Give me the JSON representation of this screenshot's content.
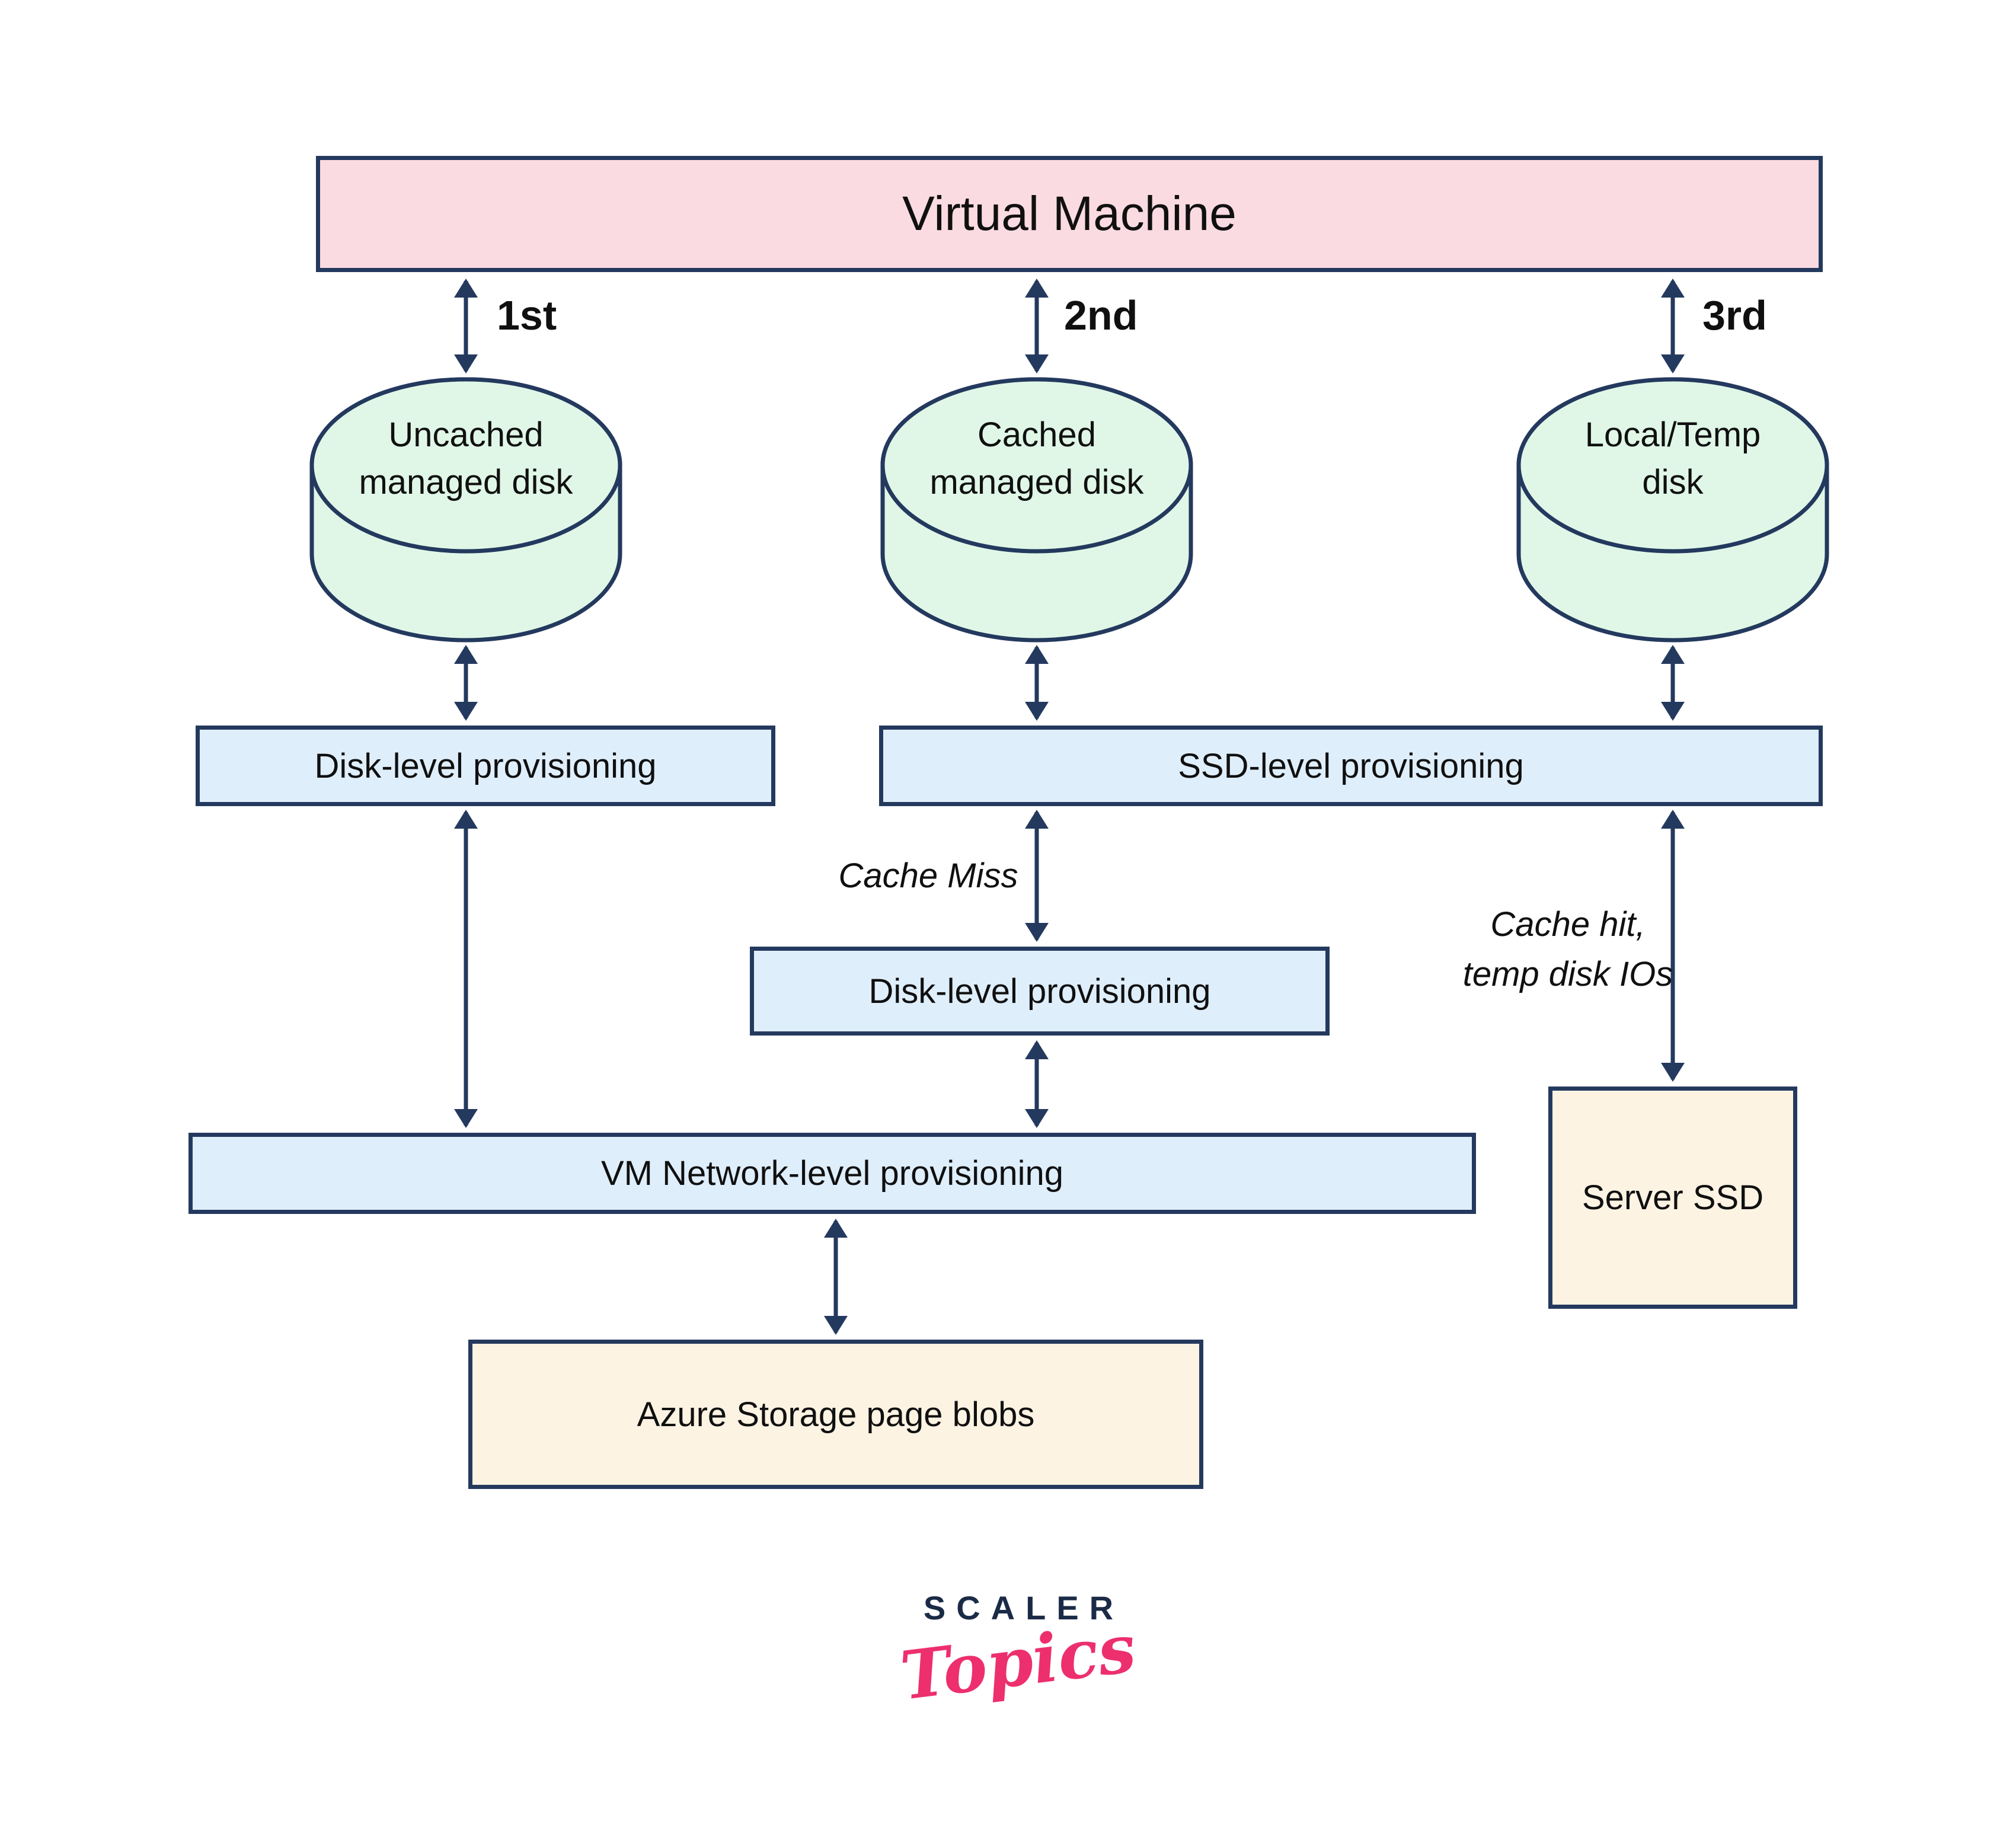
{
  "vm": {
    "title": "Virtual Machine"
  },
  "order": [
    "1st",
    "2nd",
    "3rd"
  ],
  "disks": [
    {
      "line1": "Uncached",
      "line2": "managed disk"
    },
    {
      "line1": "Cached",
      "line2": "managed disk"
    },
    {
      "line1": "Local/Temp",
      "line2": "disk"
    }
  ],
  "boxes": {
    "disk_left": "Disk-level provisioning",
    "ssd": "SSD-level provisioning",
    "disk_mid": "Disk-level provisioning",
    "vm_network": "VM Network-level provisioning",
    "server_ssd": "Server SSD",
    "azure": "Azure Storage page blobs"
  },
  "notes": {
    "cache_miss": "Cache Miss",
    "cache_hit_line1": "Cache hit,",
    "cache_hit_line2": "temp disk IOs"
  },
  "logo": {
    "brand": "SCALER",
    "sub": "Topics"
  },
  "colors": {
    "navy": "#24395e",
    "pink-fill": "#fbdbe2",
    "green-fill": "#e0f7e7",
    "blue-fill": "#dfeefb",
    "cream-fill": "#fdf3e3",
    "logo-navy": "#1b2b47",
    "logo-pink": "#ed2f6e"
  }
}
